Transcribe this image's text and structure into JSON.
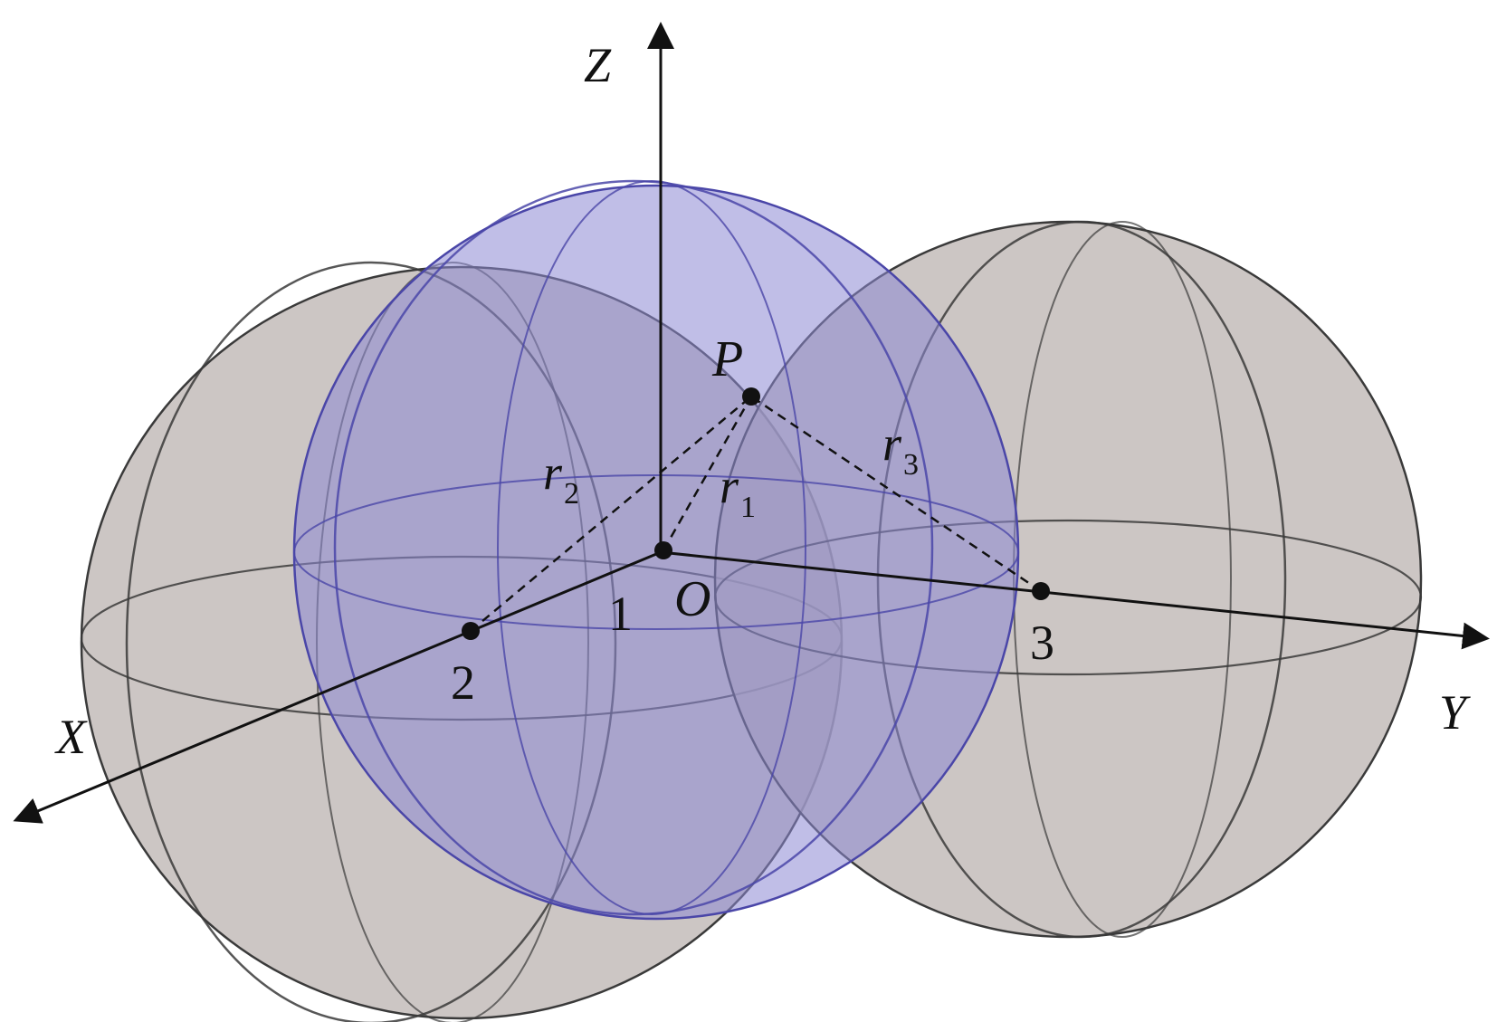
{
  "axes": {
    "x": "X",
    "y": "Y",
    "z": "Z"
  },
  "origin": "O",
  "point": "P",
  "centers": {
    "c1": "1",
    "c2": "2",
    "c3": "3"
  },
  "radii": {
    "r1": {
      "letter": "r",
      "index": "1"
    },
    "r2": {
      "letter": "r",
      "index": "2"
    },
    "r3": {
      "letter": "r",
      "index": "3"
    }
  },
  "colors": {
    "sphere_gray": "#b8b0ad",
    "sphere_blue": "#8c88d4",
    "outline_gray": "#3a3a3a",
    "outline_blue": "#4a46a8",
    "ink": "#111111"
  }
}
